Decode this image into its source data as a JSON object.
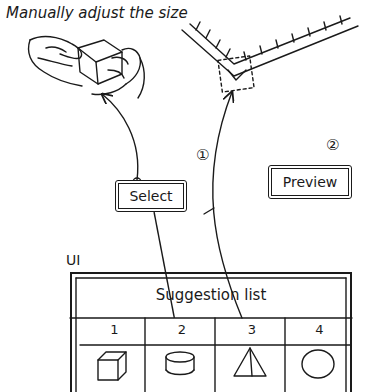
{
  "diagram": {
    "nodes": [
      {
        "text": [
          "UI",
          "Suggestion list"
        ]
      },
      {
        "text": [
          "1"
        ],
        "in": 0
      },
      {
        "text": [
          "2"
        ],
        "in": 0
      },
      {
        "text": [
          "3"
        ],
        "in": 0
      },
      {
        "text": [
          "4"
        ],
        "in": 0
      },
      {
        "text": [
          "Select"
        ]
      },
      {
        "text": [
          "Preview"
        ]
      }
    ],
    "edges": [
      {
        "from": 2,
        "to": 5,
        "arrow": "none"
      }
    ],
    "labels": [
      "Manually adjust the size",
      "①",
      "②"
    ]
  }
}
